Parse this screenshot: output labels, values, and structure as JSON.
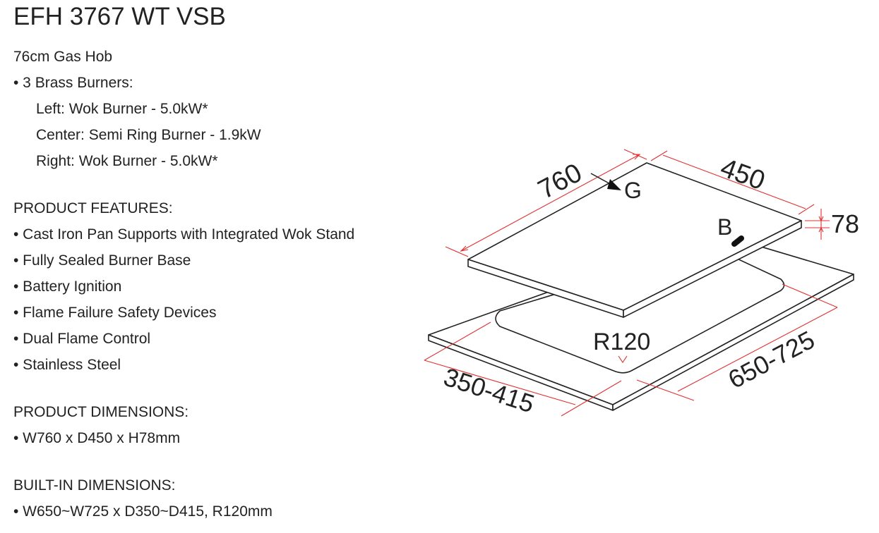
{
  "product": {
    "title": "EFH 3767 WT VSB",
    "subtitle": "76cm Gas Hob",
    "burners_heading": "• 3 Brass Burners:",
    "burners": [
      "Left: Wok Burner - 5.0kW*",
      "Center: Semi Ring Burner - 1.9kW",
      "Right: Wok Burner - 5.0kW*"
    ]
  },
  "features": {
    "heading": "PRODUCT FEATURES:",
    "items": [
      "• Cast Iron Pan Supports with Integrated Wok Stand",
      "• Fully Sealed Burner Base",
      "• Battery Ignition",
      "• Flame Failure Safety Devices",
      "• Dual Flame Control",
      "• Stainless Steel"
    ]
  },
  "product_dimensions": {
    "heading": "PRODUCT DIMENSIONS:",
    "value": "• W760 x D450 x H78mm"
  },
  "builtin_dimensions": {
    "heading": "BUILT-IN DIMENSIONS:",
    "value": "• W650~W725 x D350~D415, R120mm"
  },
  "diagram": {
    "width_label": "760",
    "depth_label": "450",
    "height_label": "78",
    "gas_label": "G",
    "battery_label": "B",
    "radius_label": "R120",
    "cutout_width_label": "650-725",
    "cutout_depth_label": "350-415",
    "dimension_color": "#e03030",
    "outline_color": "#222222"
  }
}
